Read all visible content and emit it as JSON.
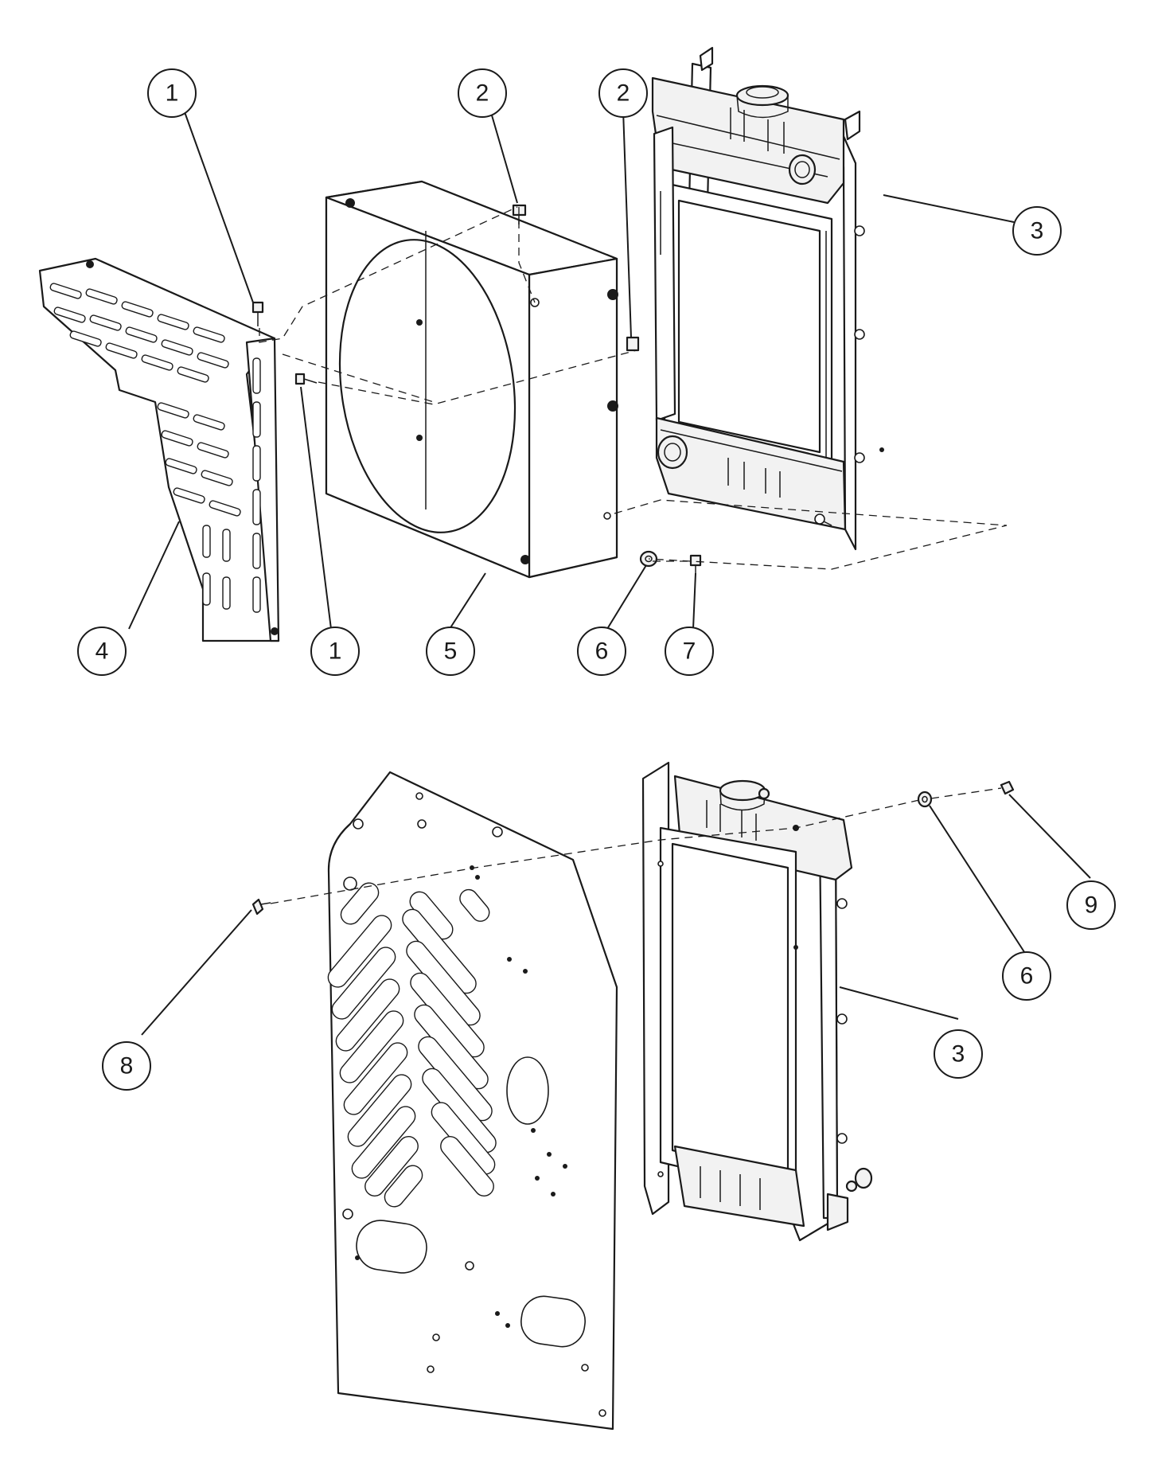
{
  "colors": {
    "line": "#1a1a1a",
    "background": "#ffffff",
    "shade": "#f2f2f2"
  },
  "callouts": {
    "c1a": "1",
    "c2a": "2",
    "c2b": "2",
    "c3a": "3",
    "c4": "4",
    "c1b": "1",
    "c5": "5",
    "c6a": "6",
    "c7": "7",
    "c9": "9",
    "c6b": "6",
    "c8": "8",
    "c3b": "3"
  }
}
